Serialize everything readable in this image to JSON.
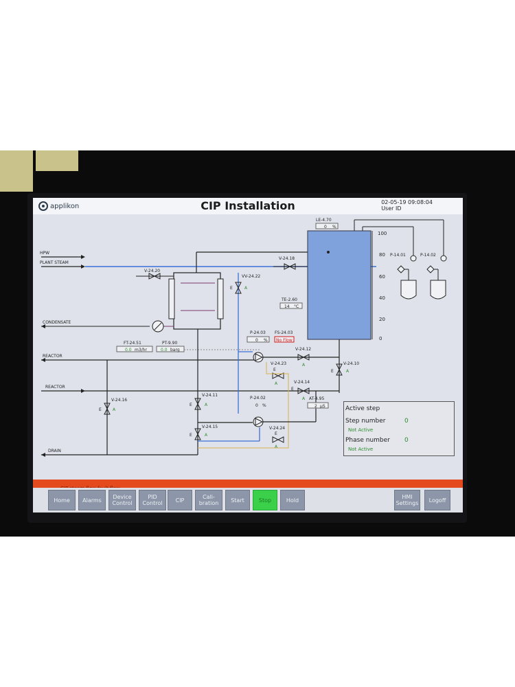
{
  "app": {
    "logo": "applikon",
    "title": "CIP Installation",
    "datetime": "02-05-19 09:08:04",
    "user": "User ID"
  },
  "lines": {
    "hpw": "HPW",
    "plant_steam": "PLANT STEAM",
    "condensate": "CONDENSATE",
    "reactor1": "REACTOR",
    "reactor2": "REACTOR",
    "drain": "DRAIN"
  },
  "tags": {
    "v2420": "V-24.20",
    "vv2422": "VV-24.22",
    "v2418": "V-24.18",
    "le470": "LE-4.70",
    "le470_value": "0",
    "le470_unit": "%",
    "te260": "TE-2.60",
    "te260_value": "14",
    "te260_unit": "°C",
    "p1401": "P-14.01",
    "p1402": "P-14.02",
    "ft2451": "FT-24.51",
    "ft2451_value": "0.0",
    "ft2451_unit": "m3/hr",
    "pt990": "PT-9.90",
    "pt990_value": "0.0",
    "pt990_unit": "barg",
    "p2403": "P-24.03",
    "p2403_value": "0",
    "p2403_unit": "%",
    "fs2403": "FS-24.03",
    "fs2403_status": "No Flow",
    "v2412": "V-24.12",
    "v2423": "V-24.23",
    "v2414": "V-24.14",
    "v2410": "V-24.10",
    "v2416": "V-24.16",
    "v2411": "V-24.11",
    "p2402": "P-24.02",
    "p2402_value": "0",
    "p2402_unit": "%",
    "at495": "AT-4.95",
    "at495_value": "2",
    "at495_unit": "µS",
    "v2415": "V-24.15",
    "v2424": "V-24.24",
    "mode_e": "E",
    "mode_a": "A"
  },
  "tank_scale": [
    "100",
    "80",
    "60",
    "40",
    "20",
    "0"
  ],
  "active_step": {
    "title": "Active step",
    "step_label": "Step number",
    "step_value": "0",
    "step_status": "Not Active",
    "phase_label": "Phase number",
    "phase_value": "0",
    "phase_status": "Not Active"
  },
  "alarm_text": "CIP steam flow fault flow",
  "buttons": {
    "home": "Home",
    "alarms": "Alarms",
    "device_control": "Device Control",
    "pid_control": "PID Control",
    "cip": "CIP",
    "calibration": "Cali-bration",
    "start": "Start",
    "stop": "Stop",
    "hold": "Hold",
    "hmi_settings": "HMI Settings",
    "logoff": "Logoff"
  },
  "colors": {
    "active_button": "#3ad04a",
    "alarm_bar": "#e54a1e",
    "tank": "#7fa2dd",
    "blue_line": "#3a6fd8",
    "status_green": "#2c8a2c",
    "status_red": "#d01818"
  }
}
